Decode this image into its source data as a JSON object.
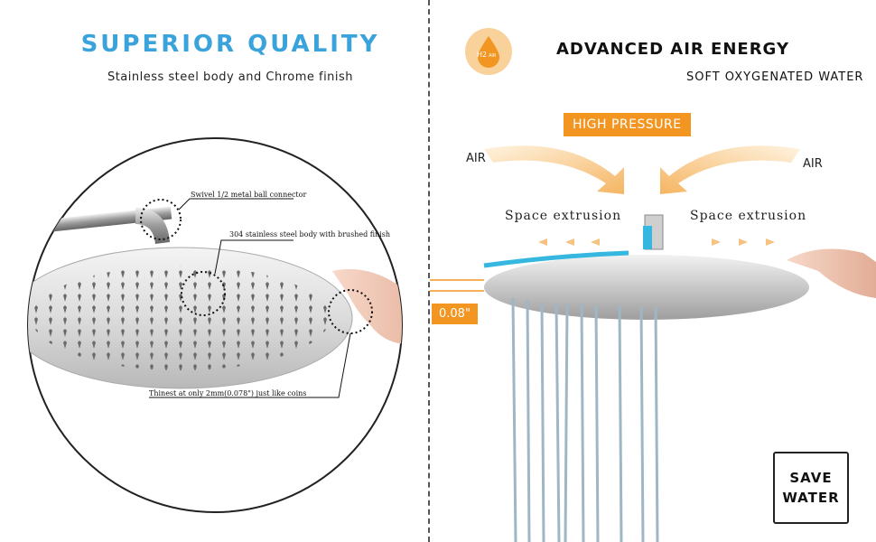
{
  "left_panel": {
    "title": "SUPERIOR QUALITY",
    "subtitle": "Stainless steel body and  Chrome finish",
    "callouts": {
      "connector": "Swivel 1/2 metal ball connector",
      "body": "304 stainless steel body with brushed finish",
      "thickness": "Thinest at only 2mm(0.078\") just like coins"
    }
  },
  "right_panel": {
    "icon_text": "H2",
    "icon_sub": "AIR",
    "title": "ADVANCED AIR ENERGY",
    "subtitle": "SOFT OXYGENATED WATER",
    "badge": "HIGH PRESSURE",
    "air_left": "AIR",
    "air_right": "AIR",
    "space_left": "Space  extrusion",
    "space_right": "Space  extrusion",
    "thickness_label": "0.08\"",
    "save_line1": "SAVE",
    "save_line2": "WATER"
  },
  "colors": {
    "accent_blue": "#3aa3dc",
    "accent_orange": "#f29521"
  }
}
